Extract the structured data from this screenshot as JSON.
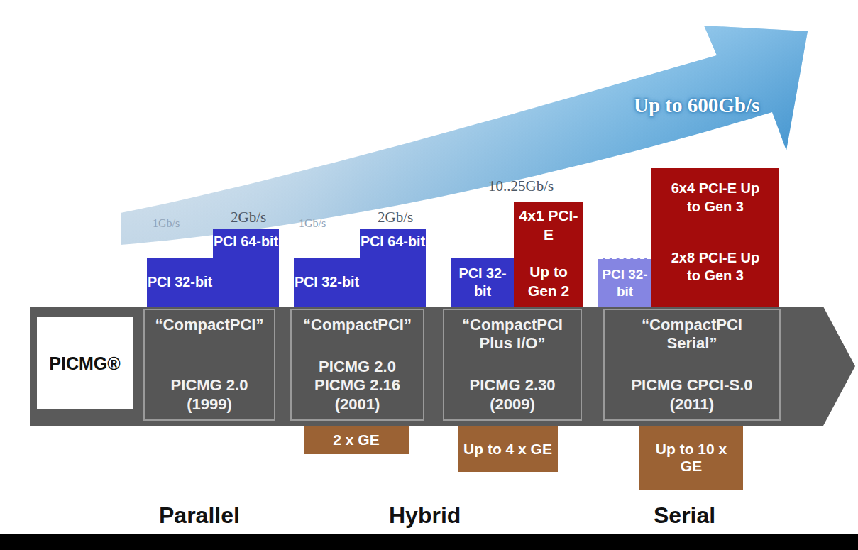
{
  "diagram": {
    "nodes": [
      {
        "text": [
          "PICMG®"
        ]
      },
      {
        "text": [
          "PCI 32-bit"
        ]
      },
      {
        "text": [
          "PCI 64-bit"
        ]
      },
      {
        "text": [
          "“CompactPCI”",
          "PICMG 2.0 (1999)"
        ]
      },
      {
        "text": [
          "PCI 32-bit"
        ]
      },
      {
        "text": [
          "PCI 64-bit"
        ]
      },
      {
        "text": [
          "“CompactPCI”",
          "PICMG 2.0 PICMG 2.16 (2001)"
        ]
      },
      {
        "text": [
          "2 x GE"
        ]
      },
      {
        "text": [
          "PCI 32-bit"
        ]
      },
      {
        "text": [
          "4x1 PCI-E",
          "Up to Gen 2"
        ]
      },
      {
        "text": [
          "“CompactPCI Plus I/O”",
          "PICMG 2.30 (2009)"
        ]
      },
      {
        "text": [
          "Up to 4 x GE"
        ]
      },
      {
        "text": [
          "PCI 32-bit"
        ]
      },
      {
        "text": [
          "6x4 PCI-E Up to Gen 3",
          "2x8 PCI-E Up to Gen 3"
        ]
      },
      {
        "text": [
          "“CompactPCI Serial”",
          "PICMG CPCI-S.0 (2011)"
        ]
      },
      {
        "text": [
          "Up to 10 x GE"
        ]
      }
    ],
    "labels": [
      "Up to 600Gb/s",
      "10..25Gb/s",
      "1Gb/s",
      "2Gb/s",
      "1Gb/s",
      "2Gb/s",
      "Parallel",
      "Hybrid",
      "Serial"
    ]
  }
}
